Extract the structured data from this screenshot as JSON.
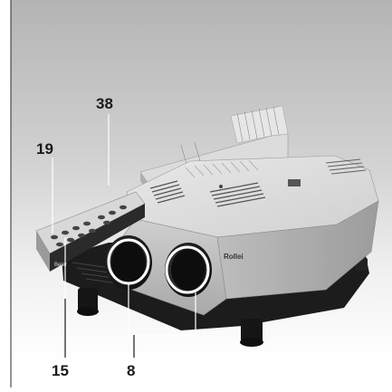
{
  "figure": {
    "callouts": {
      "c38": "38",
      "c19": "19",
      "c15": "15",
      "c8": "8"
    },
    "brand_text": "Rollei",
    "remote_brand_text": "Beier"
  },
  "colors": {
    "background_top": "#b9b9b9",
    "background_bottom": "#ffffff",
    "body_light": "#e4e4e4",
    "body_mid": "#bcbcbc",
    "base_dark": "#1e1e1e",
    "lens_dark": "#151515",
    "ring_white": "#ffffff"
  }
}
